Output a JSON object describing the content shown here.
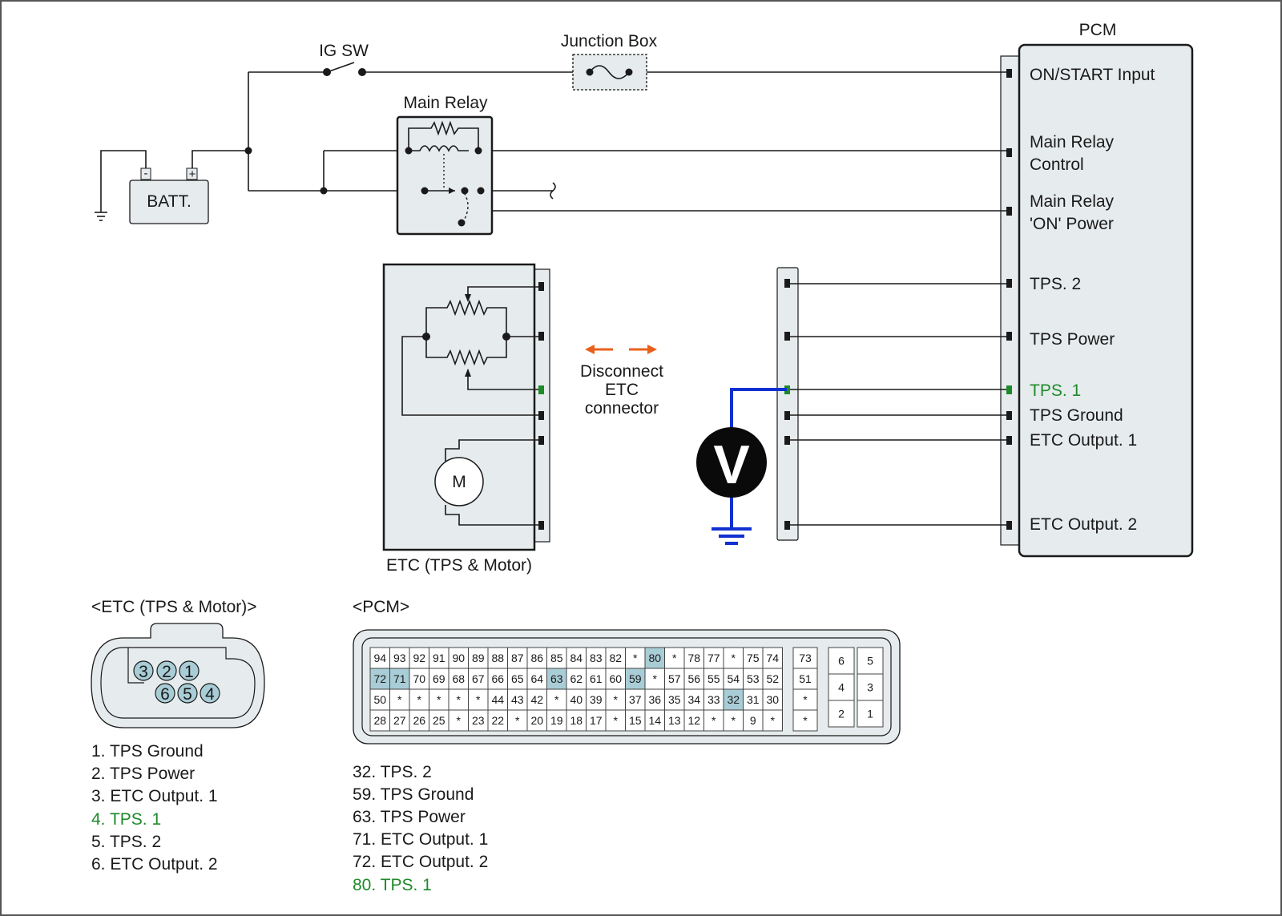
{
  "labels": {
    "ig_sw": "IG SW",
    "junction_box": "Junction Box",
    "pcm": "PCM",
    "main_relay": "Main Relay",
    "batt": "BATT.",
    "etc_caption": "ETC (TPS & Motor)",
    "motor": "M",
    "voltmeter": "V",
    "disconnect_1": "Disconnect",
    "disconnect_2": "ETC",
    "disconnect_3": "connector",
    "batt_neg": "-",
    "batt_pos": "+"
  },
  "pcm_pins": [
    {
      "line1": "ON/START Input",
      "line2": "",
      "highlight": false
    },
    {
      "line1": "Main Relay",
      "line2": "Control",
      "highlight": false
    },
    {
      "line1": "Main Relay",
      "line2": "'ON' Power",
      "highlight": false
    },
    {
      "line1": "TPS. 2",
      "line2": "",
      "highlight": false
    },
    {
      "line1": "TPS Power",
      "line2": "",
      "highlight": false
    },
    {
      "line1": "TPS. 1",
      "line2": "",
      "highlight": true
    },
    {
      "line1": "TPS Ground",
      "line2": "",
      "highlight": false
    },
    {
      "line1": "ETC Output. 1",
      "line2": "",
      "highlight": false
    },
    {
      "line1": "ETC Output. 2",
      "line2": "",
      "highlight": false
    }
  ],
  "etc_connector": {
    "title": "<ETC (TPS & Motor)>",
    "pins_top": [
      "3",
      "2",
      "1"
    ],
    "pins_bottom": [
      "6",
      "5",
      "4"
    ],
    "legend": [
      {
        "text": "1. TPS Ground",
        "highlight": false
      },
      {
        "text": "2. TPS Power",
        "highlight": false
      },
      {
        "text": "3. ETC Output. 1",
        "highlight": false
      },
      {
        "text": "4. TPS. 1",
        "highlight": true
      },
      {
        "text": "5. TPS. 2",
        "highlight": false
      },
      {
        "text": "6. ETC Output. 2",
        "highlight": false
      }
    ]
  },
  "pcm_connector": {
    "title": "<PCM>",
    "rows": [
      [
        "94",
        "93",
        "92",
        "91",
        "90",
        "89",
        "88",
        "87",
        "86",
        "85",
        "84",
        "83",
        "82",
        "*",
        "80",
        "*",
        "78",
        "77",
        "*",
        "75",
        "74"
      ],
      [
        "72",
        "71",
        "70",
        "69",
        "68",
        "67",
        "66",
        "65",
        "64",
        "63",
        "62",
        "61",
        "60",
        "59",
        "*",
        "57",
        "56",
        "55",
        "54",
        "53",
        "52"
      ],
      [
        "50",
        "*",
        "*",
        "*",
        "*",
        "*",
        "44",
        "43",
        "42",
        "*",
        "40",
        "39",
        "*",
        "37",
        "36",
        "35",
        "34",
        "33",
        "32",
        "31",
        "30"
      ],
      [
        "28",
        "27",
        "26",
        "25",
        "*",
        "23",
        "22",
        "*",
        "20",
        "19",
        "18",
        "17",
        "*",
        "15",
        "14",
        "13",
        "12",
        "*",
        "*",
        "9",
        "*"
      ]
    ],
    "highlighted": [
      "80",
      "72",
      "71",
      "63",
      "59",
      "32"
    ],
    "col_22": [
      "73",
      "51",
      "*",
      "*"
    ],
    "block_a": [
      "6",
      "4",
      "2"
    ],
    "block_b": [
      "5",
      "3",
      "1"
    ],
    "legend": [
      {
        "text": "32. TPS. 2",
        "highlight": false
      },
      {
        "text": "59. TPS Ground",
        "highlight": false
      },
      {
        "text": "63. TPS Power",
        "highlight": false
      },
      {
        "text": "71. ETC Output. 1",
        "highlight": false
      },
      {
        "text": "72. ETC Output. 2",
        "highlight": false
      },
      {
        "text": "80. TPS. 1",
        "highlight": true
      }
    ]
  },
  "colors": {
    "highlight_text": "#1e8a2a",
    "arrow": "#e8601c",
    "probe_wire": "#1030d0",
    "cell_highlight": "#a9cdd6",
    "panel": "#e6ebed"
  }
}
